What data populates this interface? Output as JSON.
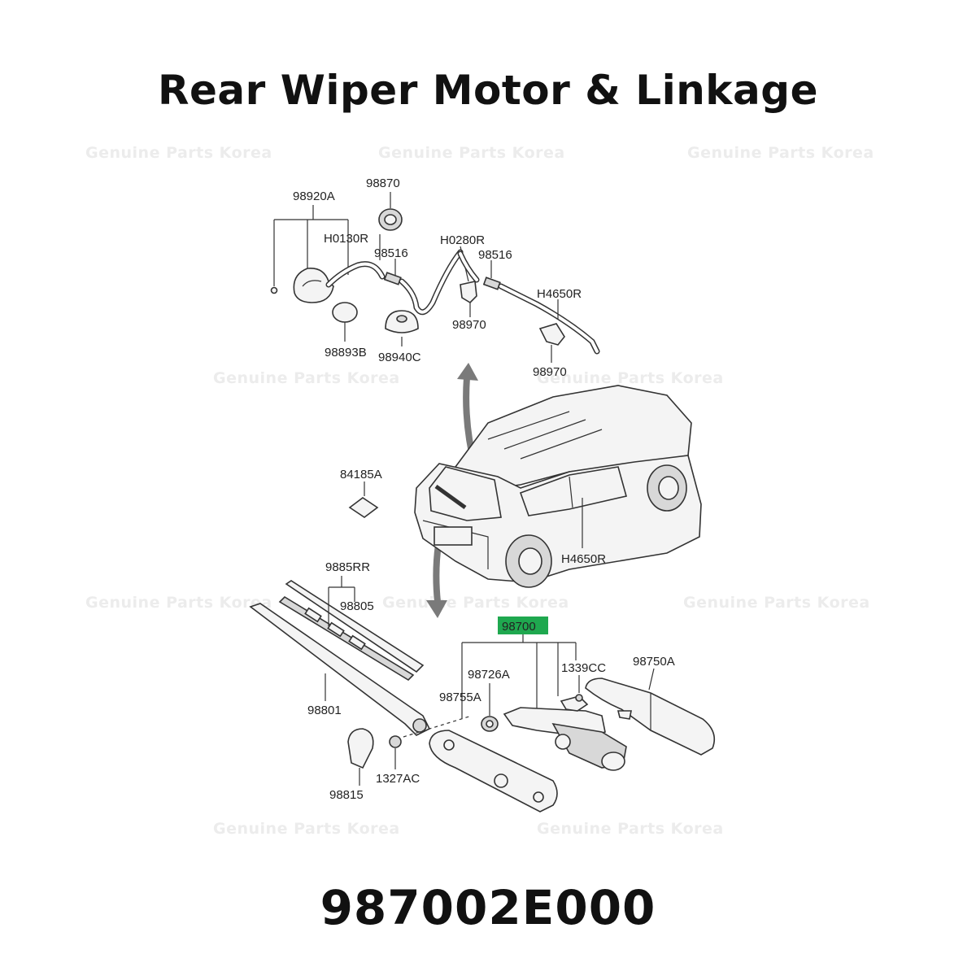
{
  "title": "Rear Wiper Motor & Linkage",
  "part_number": "987002E000",
  "watermark": "Genuine Parts Korea",
  "highlight_color": "#1fa84f",
  "labels": {
    "l_98920A": "98920A",
    "l_98870": "98870",
    "l_H0130R": "H0130R",
    "l_98516a": "98516",
    "l_H0280R": "H0280R",
    "l_98516b": "98516",
    "l_H4650R_top": "H4650R",
    "l_98970a": "98970",
    "l_98893B": "98893B",
    "l_98940C": "98940C",
    "l_98970b": "98970",
    "l_84185A": "84185A",
    "l_H4650R_car": "H4650R",
    "l_9885RR": "9885RR",
    "l_98805": "98805",
    "l_98700": "98700",
    "l_98726A": "98726A",
    "l_1339CC": "1339CC",
    "l_98750A": "98750A",
    "l_98755A": "98755A",
    "l_98801": "98801",
    "l_1327AC": "1327AC",
    "l_98815": "98815"
  }
}
